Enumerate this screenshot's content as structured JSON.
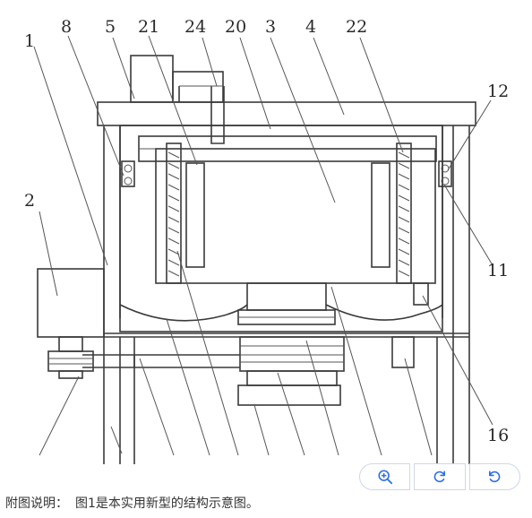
{
  "figure": {
    "labels": [
      "1",
      "2",
      "3",
      "4",
      "5",
      "8",
      "11",
      "12",
      "16",
      "20",
      "21",
      "22",
      "24"
    ]
  },
  "toolbar": {
    "zoom_in": "zoom-in-icon",
    "rotate_right": "rotate-clockwise-icon",
    "rotate_left": "rotate-counterclockwise-icon",
    "accent_color": "#2d6ee8"
  },
  "caption": {
    "prefix": "附图说明：",
    "text": "图1是本实用新型的结构示意图。"
  }
}
